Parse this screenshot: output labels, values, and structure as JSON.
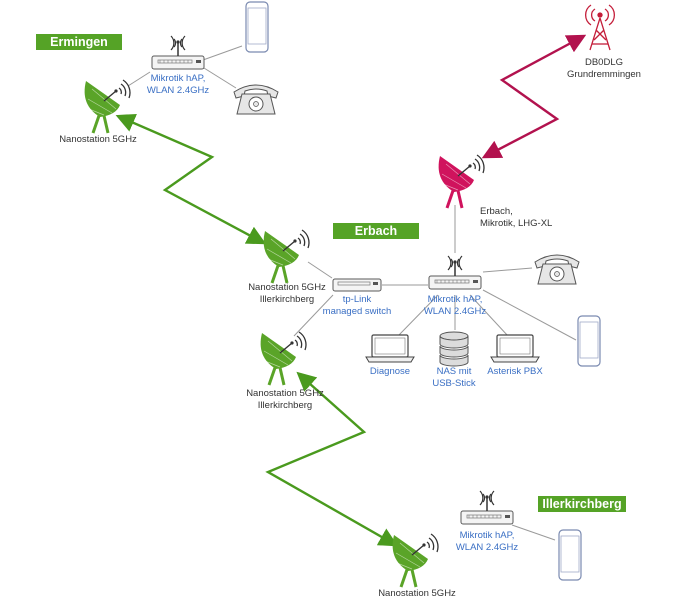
{
  "colors": {
    "green_link": "#4a9a1e",
    "red_link": "#b2124e",
    "site_green": "#55a326",
    "dish_green": "#5aa428",
    "dish_red": "#d0135d",
    "blue_text": "#3a6fc4",
    "gray_line": "#9a9a9a"
  },
  "sites": {
    "ermingen": "Ermingen",
    "erbach": "Erbach",
    "illerkirchberg": "Illerkirchberg"
  },
  "labels": {
    "nanostation_ermingen": "Nanostation 5GHz",
    "router_ermingen_line1": "Mikrotik hAP,",
    "router_ermingen_line2": "WLAN 2.4GHz",
    "tower_line1": "DB0DLG",
    "tower_line2": "Grundremmingen",
    "lhg_line1": "Erbach,",
    "lhg_line2": "Mikrotik, LHG-XL",
    "nano_upper_line1": "Nanostation 5GHz",
    "nano_upper_line2": "Illerkirchberg",
    "switch_line1": "tp-Link",
    "switch_line2": "managed switch",
    "router_erbach_line1": "Mikrotik hAP,",
    "router_erbach_line2": "WLAN 2.4GHz",
    "diagnose": "Diagnose",
    "nas_line1": "NAS mit",
    "nas_line2": "USB-Stick",
    "asterisk": "Asterisk PBX",
    "nano_lower_line1": "Nanostation 5GHz",
    "nano_lower_line2": "Illerkirchberg",
    "router_iller_line1": "Mikrotik hAP,",
    "router_iller_line2": "WLAN 2.4GHz",
    "nanostation_iller": "Nanostation 5GHz"
  },
  "icons": [
    "router-icon",
    "smartphone-icon",
    "telephone-icon",
    "dish-antenna-icon",
    "radio-tower-icon",
    "network-switch-icon",
    "laptop-icon",
    "nas-database-icon"
  ]
}
